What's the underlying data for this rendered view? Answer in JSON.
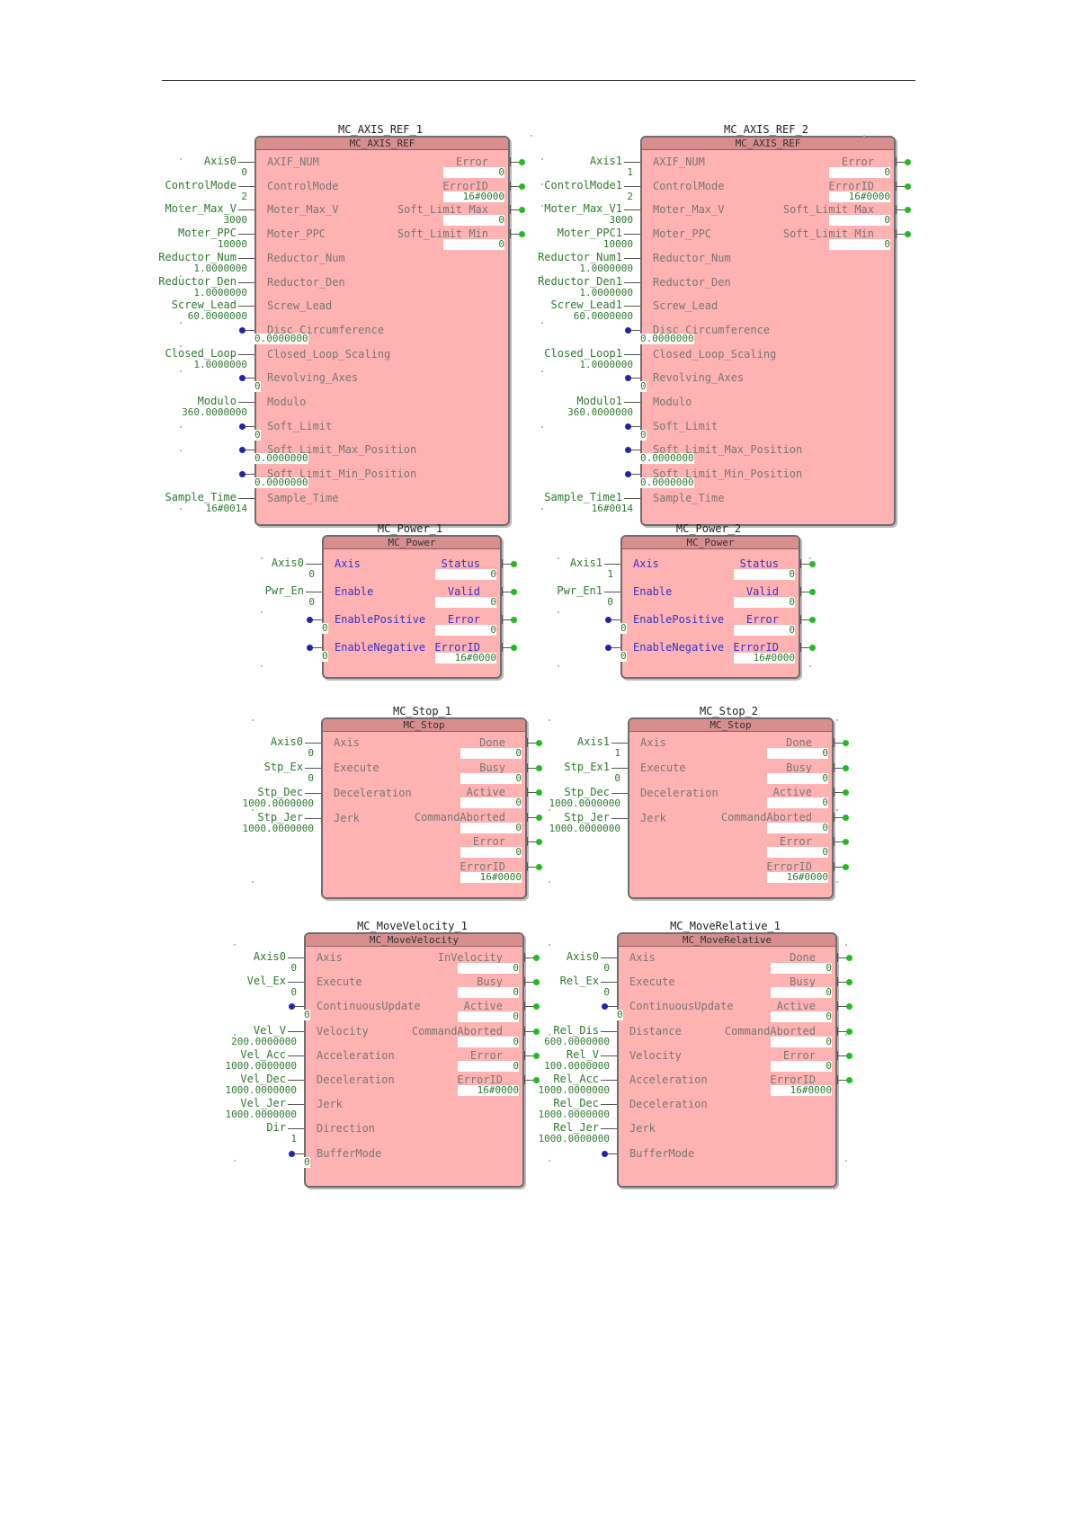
{
  "blocks": [
    {
      "id": "axisref1",
      "instance": "MC_AXIS_REF_1",
      "type": "MC_AXIS_REF",
      "inputs": [
        {
          "pin": "AXIF_NUM",
          "var": "Axis0",
          "val": "0"
        },
        {
          "pin": "ControlMode",
          "var": "ControlMode",
          "val": "2"
        },
        {
          "pin": "Moter_Max_V",
          "var": "Moter_Max_V",
          "val": "3000"
        },
        {
          "pin": "Moter_PPC",
          "var": "Moter_PPC",
          "val": "10000"
        },
        {
          "pin": "Reductor_Num",
          "var": "Reductor_Num",
          "val": "1.0000000"
        },
        {
          "pin": "Reductor_Den",
          "var": "Reductor_Den",
          "val": "1.0000000"
        },
        {
          "pin": "Screw_Lead",
          "var": "Screw_Lead",
          "val": "60.0000000"
        },
        {
          "pin": "Disc_Circumference",
          "var": "",
          "val": "0.0000000"
        },
        {
          "pin": "Closed_Loop_Scaling",
          "var": "Closed_Loop",
          "val": "1.0000000"
        },
        {
          "pin": "Revolving_Axes",
          "var": "",
          "val": "0"
        },
        {
          "pin": "Modulo",
          "var": "Modulo",
          "val": "360.0000000"
        },
        {
          "pin": "Soft_Limit",
          "var": "",
          "val": "0"
        },
        {
          "pin": "Soft_Limit_Max_Position",
          "var": "",
          "val": "0.0000000"
        },
        {
          "pin": "Soft_Limit_Min_Position",
          "var": "",
          "val": "0.0000000"
        },
        {
          "pin": "Sample_Time",
          "var": "Sample_Time",
          "val": "16#0014"
        }
      ],
      "outputs": [
        {
          "pin": "Error",
          "val": "0"
        },
        {
          "pin": "ErrorID",
          "val": "16#0000"
        },
        {
          "pin": "Soft_Limit_Max",
          "val": "0"
        },
        {
          "pin": "Soft_Limit_Min",
          "val": "0"
        }
      ]
    },
    {
      "id": "axisref2",
      "instance": "MC_AXIS_REF_2",
      "type": "MC_AXIS_REF",
      "inputs": [
        {
          "pin": "AXIF_NUM",
          "var": "Axis1",
          "val": "1"
        },
        {
          "pin": "ControlMode",
          "var": "ControlMode1",
          "val": "2"
        },
        {
          "pin": "Moter_Max_V",
          "var": "Moter_Max_V1",
          "val": "3000"
        },
        {
          "pin": "Moter_PPC",
          "var": "Moter_PPC1",
          "val": "10000"
        },
        {
          "pin": "Reductor_Num",
          "var": "Reductor_Num1",
          "val": "1.0000000"
        },
        {
          "pin": "Reductor_Den",
          "var": "Reductor_Den1",
          "val": "1.0000000"
        },
        {
          "pin": "Screw_Lead",
          "var": "Screw_Lead1",
          "val": "60.0000000"
        },
        {
          "pin": "Disc_Circumference",
          "var": "",
          "val": "0.0000000"
        },
        {
          "pin": "Closed_Loop_Scaling",
          "var": "Closed_Loop1",
          "val": "1.0000000"
        },
        {
          "pin": "Revolving_Axes",
          "var": "",
          "val": "0"
        },
        {
          "pin": "Modulo",
          "var": "Modulo1",
          "val": "360.0000000"
        },
        {
          "pin": "Soft_Limit",
          "var": "",
          "val": "0"
        },
        {
          "pin": "Soft_Limit_Max_Position",
          "var": "",
          "val": "0.0000000"
        },
        {
          "pin": "Soft_Limit_Min_Position",
          "var": "",
          "val": "0.0000000"
        },
        {
          "pin": "Sample_Time",
          "var": "Sample_Time1",
          "val": "16#0014"
        }
      ],
      "outputs": [
        {
          "pin": "Error",
          "val": "0"
        },
        {
          "pin": "ErrorID",
          "val": "16#0000"
        },
        {
          "pin": "Soft_Limit_Max",
          "val": "0"
        },
        {
          "pin": "Soft_Limit_Min",
          "val": "0"
        }
      ]
    },
    {
      "id": "power1",
      "instance": "MC_Power_1",
      "type": "MC_Power",
      "inputs": [
        {
          "pin": "Axis",
          "var": "Axis0",
          "val": "0"
        },
        {
          "pin": "Enable",
          "var": "Pwr_En",
          "val": "0"
        },
        {
          "pin": "EnablePositive",
          "var": "",
          "val": "0"
        },
        {
          "pin": "EnableNegative",
          "var": "",
          "val": "0"
        }
      ],
      "outputs": [
        {
          "pin": "Status",
          "val": "0"
        },
        {
          "pin": "Valid",
          "val": "0"
        },
        {
          "pin": "Error",
          "val": "0"
        },
        {
          "pin": "ErrorID",
          "val": "16#0000"
        }
      ]
    },
    {
      "id": "power2",
      "instance": "MC_Power_2",
      "type": "MC_Power",
      "inputs": [
        {
          "pin": "Axis",
          "var": "Axis1",
          "val": "1"
        },
        {
          "pin": "Enable",
          "var": "Pwr_En1",
          "val": "0"
        },
        {
          "pin": "EnablePositive",
          "var": "",
          "val": "0"
        },
        {
          "pin": "EnableNegative",
          "var": "",
          "val": "0"
        }
      ],
      "outputs": [
        {
          "pin": "Status",
          "val": "0"
        },
        {
          "pin": "Valid",
          "val": "0"
        },
        {
          "pin": "Error",
          "val": "0"
        },
        {
          "pin": "ErrorID",
          "val": "16#0000"
        }
      ]
    },
    {
      "id": "stop1",
      "instance": "MC_Stop_1",
      "type": "MC_Stop",
      "inputs": [
        {
          "pin": "Axis",
          "var": "Axis0",
          "val": "0"
        },
        {
          "pin": "Execute",
          "var": "Stp_Ex",
          "val": "0"
        },
        {
          "pin": "Deceleration",
          "var": "Stp_Dec",
          "val": "1000.0000000"
        },
        {
          "pin": "Jerk",
          "var": "Stp_Jer",
          "val": "1000.0000000"
        }
      ],
      "outputs": [
        {
          "pin": "Done",
          "val": "0"
        },
        {
          "pin": "Busy",
          "val": "0"
        },
        {
          "pin": "Active",
          "val": "0"
        },
        {
          "pin": "CommandAborted",
          "val": "0"
        },
        {
          "pin": "Error",
          "val": "0"
        },
        {
          "pin": "ErrorID",
          "val": "16#0000"
        }
      ]
    },
    {
      "id": "stop2",
      "instance": "MC_Stop_2",
      "type": "MC_Stop",
      "inputs": [
        {
          "pin": "Axis",
          "var": "Axis1",
          "val": "1"
        },
        {
          "pin": "Execute",
          "var": "Stp_Ex1",
          "val": "0"
        },
        {
          "pin": "Deceleration",
          "var": "Stp_Dec",
          "val": "1000.0000000"
        },
        {
          "pin": "Jerk",
          "var": "Stp_Jer",
          "val": "1000.0000000"
        }
      ],
      "outputs": [
        {
          "pin": "Done",
          "val": "0"
        },
        {
          "pin": "Busy",
          "val": "0"
        },
        {
          "pin": "Active",
          "val": "0"
        },
        {
          "pin": "CommandAborted",
          "val": "0"
        },
        {
          "pin": "Error",
          "val": "0"
        },
        {
          "pin": "ErrorID",
          "val": "16#0000"
        }
      ]
    },
    {
      "id": "movevel1",
      "instance": "MC_MoveVelocity_1",
      "type": "MC_MoveVelocity",
      "inputs": [
        {
          "pin": "Axis",
          "var": "Axis0",
          "val": "0"
        },
        {
          "pin": "Execute",
          "var": "Vel_Ex",
          "val": "0"
        },
        {
          "pin": "ContinuousUpdate",
          "var": "",
          "val": "0"
        },
        {
          "pin": "Velocity",
          "var": "Vel_V",
          "val": "200.0000000"
        },
        {
          "pin": "Acceleration",
          "var": "Vel_Acc",
          "val": "1000.0000000"
        },
        {
          "pin": "Deceleration",
          "var": "Vel_Dec",
          "val": "1000.0000000"
        },
        {
          "pin": "Jerk",
          "var": "Vel_Jer",
          "val": "1000.0000000"
        },
        {
          "pin": "Direction",
          "var": "Dir",
          "val": "1"
        },
        {
          "pin": "BufferMode",
          "var": "",
          "val": "0"
        }
      ],
      "outputs": [
        {
          "pin": "InVelocity",
          "val": "0"
        },
        {
          "pin": "Busy",
          "val": "0"
        },
        {
          "pin": "Active",
          "val": "0"
        },
        {
          "pin": "CommandAborted",
          "val": "0"
        },
        {
          "pin": "Error",
          "val": "0"
        },
        {
          "pin": "ErrorID",
          "val": "16#0000"
        }
      ]
    },
    {
      "id": "moverel1",
      "instance": "MC_MoveRelative_1",
      "type": "MC_MoveRelative",
      "inputs": [
        {
          "pin": "Axis",
          "var": "Axis0",
          "val": "0"
        },
        {
          "pin": "Execute",
          "var": "Rel_Ex",
          "val": "0"
        },
        {
          "pin": "ContinuousUpdate",
          "var": "",
          "val": "0"
        },
        {
          "pin": "Distance",
          "var": "Rel_Dis",
          "val": "600.0000000"
        },
        {
          "pin": "Velocity",
          "var": "Rel_V",
          "val": "100.0000000"
        },
        {
          "pin": "Acceleration",
          "var": "Rel_Acc",
          "val": "1000.0000000"
        },
        {
          "pin": "Deceleration",
          "var": "Rel_Dec",
          "val": "1000.0000000"
        },
        {
          "pin": "Jerk",
          "var": "Rel_Jer",
          "val": "1000.0000000"
        },
        {
          "pin": "BufferMode",
          "var": "",
          "val": ""
        }
      ],
      "outputs": [
        {
          "pin": "Done",
          "val": "0"
        },
        {
          "pin": "Busy",
          "val": "0"
        },
        {
          "pin": "Active",
          "val": "0"
        },
        {
          "pin": "CommandAborted",
          "val": "0"
        },
        {
          "pin": "Error",
          "val": "0"
        },
        {
          "pin": "ErrorID",
          "val": "16#0000"
        }
      ]
    }
  ]
}
